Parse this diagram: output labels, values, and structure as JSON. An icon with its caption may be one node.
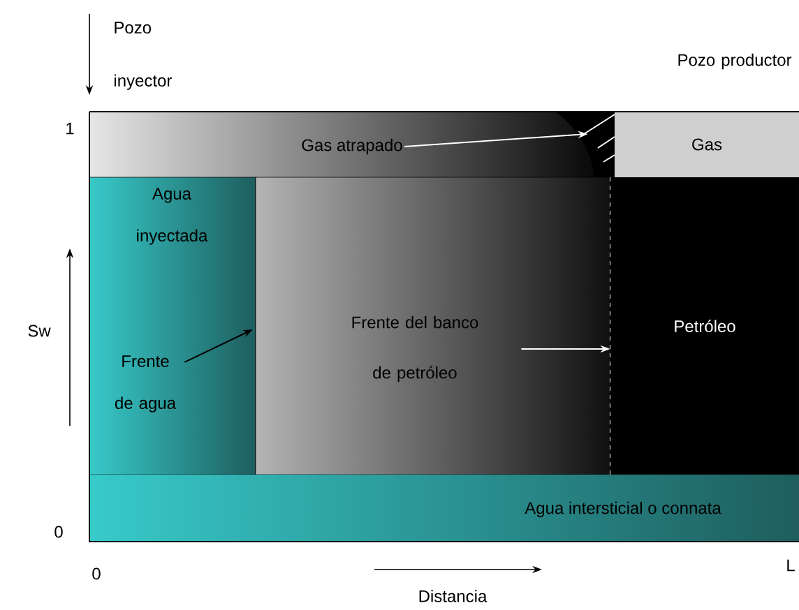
{
  "diagram": {
    "nodes": [
      {
        "text": [
          "Pozo inyector"
        ]
      },
      {
        "text": [
          "Pozo productor"
        ]
      },
      {
        "text": [
          "Gas atrapado"
        ]
      },
      {
        "text": [],
        "shape": "wedge"
      },
      {
        "text": [
          "Gas"
        ]
      },
      {
        "text": [
          "Agua inyectada"
        ]
      },
      {
        "text": [
          "Frente de agua"
        ],
        "in": 5
      },
      {
        "text": [
          "Frente del banco de petróleo"
        ]
      },
      {
        "text": [
          "Petróleo"
        ]
      },
      {
        "text": [
          "Agua intersticial o connata"
        ]
      }
    ],
    "edges": [
      {
        "from": 2,
        "to": 3,
        "arrow": "to",
        "color": "#ffffff"
      },
      {
        "from": 6,
        "to": null,
        "arrow": "to",
        "color": "#000000"
      },
      {
        "from": 7,
        "to": 8,
        "arrow": "to",
        "color": "#ffffff"
      }
    ],
    "labels": [
      "1",
      "Sw",
      "0",
      "0",
      "Distancia",
      "L"
    ]
  }
}
